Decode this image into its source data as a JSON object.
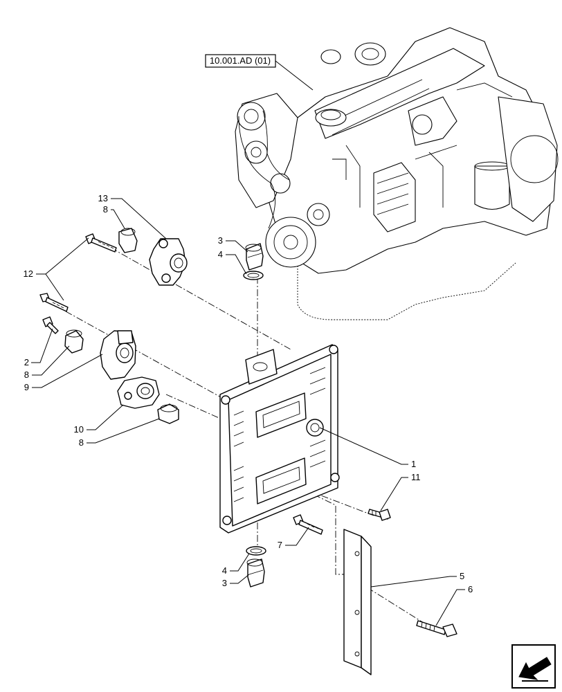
{
  "reference_label": "10.001.AD (01)",
  "callouts": {
    "c1": "1",
    "c2": "2",
    "c3_top": "3",
    "c3_bottom": "3",
    "c4_top": "4",
    "c4_bottom": "4",
    "c5": "5",
    "c6": "6",
    "c7": "7",
    "c8_a": "8",
    "c8_b": "8",
    "c8_c": "8",
    "c9": "9",
    "c10": "10",
    "c11": "11",
    "c12": "12",
    "c13": "13"
  },
  "icons": {
    "nav_arrow": "arrow-down-left-icon"
  }
}
